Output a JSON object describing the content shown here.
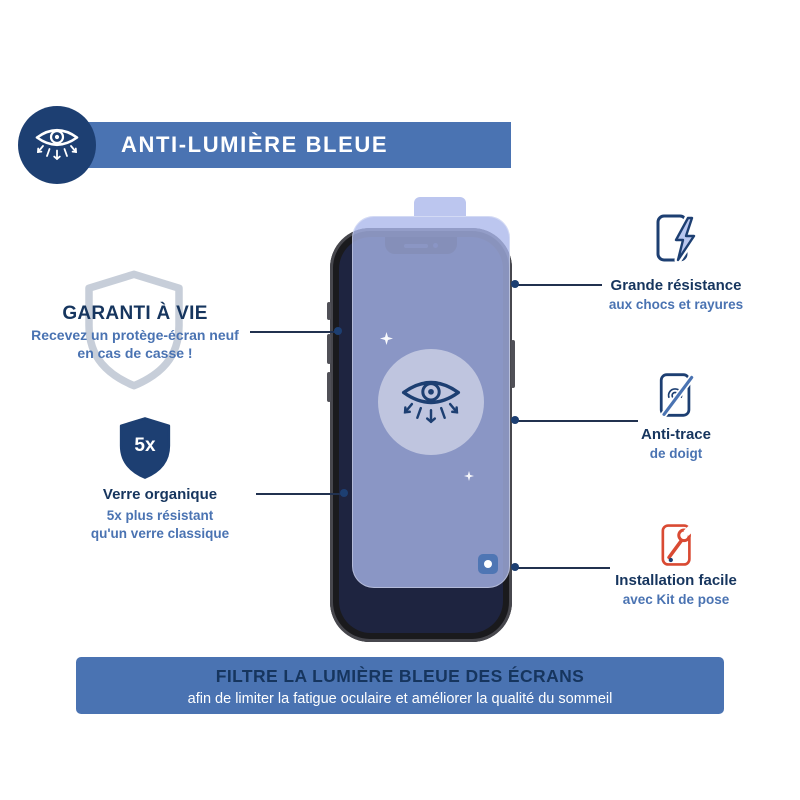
{
  "colors": {
    "navy": "#1d3f72",
    "banner_blue": "#4a73b2",
    "glass_blue": "#a9b6eb",
    "accent_red": "#d94a33",
    "title_navy": "#16355e"
  },
  "top_banner": {
    "label": "ANTI-LUMIÈRE BLEUE",
    "icon": "blue-light-eye-icon"
  },
  "left": {
    "warranty": {
      "icon": "shield-outline-icon",
      "title": "GARANTI À VIE",
      "line1": "Recevez un protège-écran neuf",
      "line2": "en cas de casse !"
    },
    "glass5x": {
      "icon": "shield-5x-icon",
      "badge": "5x",
      "title": "Verre organique",
      "line1": "5x plus résistant",
      "line2": "qu'un verre classique"
    }
  },
  "right": {
    "features": [
      {
        "icon": "shock-resistance-icon",
        "title": "Grande résistance",
        "subtitle": "aux chocs et rayures"
      },
      {
        "icon": "anti-fingerprint-icon",
        "title": "Anti-trace",
        "subtitle": "de doigt"
      },
      {
        "icon": "installation-kit-icon",
        "title": "Installation facile",
        "subtitle": "avec Kit de pose"
      }
    ]
  },
  "product": {
    "glass_center_icon": "blue-light-eye-icon",
    "glass_brand_logo": "brand-logo"
  },
  "bottom_banner": {
    "title": "FILTRE LA LUMIÈRE BLEUE DES ÉCRANS",
    "subtitle": "afin de limiter la fatigue oculaire et améliorer la qualité du sommeil"
  }
}
